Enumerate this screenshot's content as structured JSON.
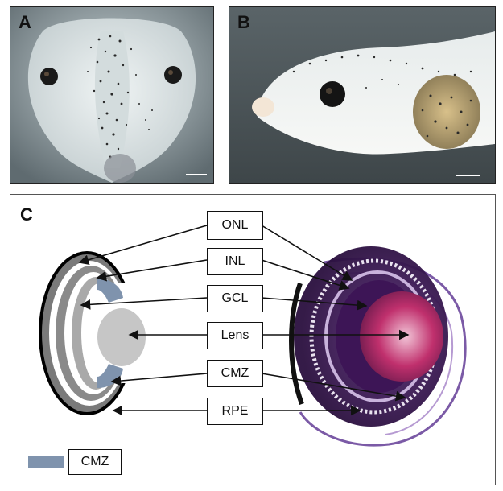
{
  "panels": {
    "a_letter": "A",
    "b_letter": "B",
    "c_letter": "C"
  },
  "layers": {
    "onl": "ONL",
    "inl": "INL",
    "gcl": "GCL",
    "lens": "Lens",
    "cmz": "CMZ",
    "rpe": "RPE"
  },
  "legend": {
    "label": "CMZ",
    "swatch_color": "#7f93ad"
  }
}
